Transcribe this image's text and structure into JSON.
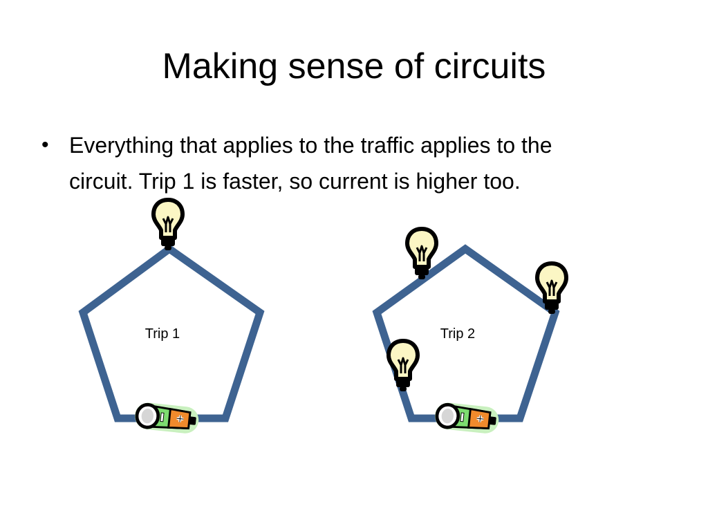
{
  "slide": {
    "title": "Making sense of circuits",
    "bullets": [
      {
        "symbol": "•",
        "line1": "Everything that applies to the traffic applies to the",
        "line2": "circuit.  Trip 1 is faster, so current is higher too."
      }
    ]
  },
  "circuits": [
    {
      "label": "Trip 1",
      "bulbs": 1,
      "batteries": 1
    },
    {
      "label": "Trip 2",
      "bulbs": 3,
      "batteries": 1
    }
  ],
  "icons": [
    "light-bulb-icon",
    "battery-icon"
  ],
  "colors": {
    "wire": "#3e6391",
    "bulb_glass": "#fbf6c4",
    "bulb_outline": "#000000",
    "battery_green": "#7ddc70",
    "battery_orange": "#f08a2c",
    "battery_glow": "#c9f0bf",
    "background": "#ffffff"
  }
}
